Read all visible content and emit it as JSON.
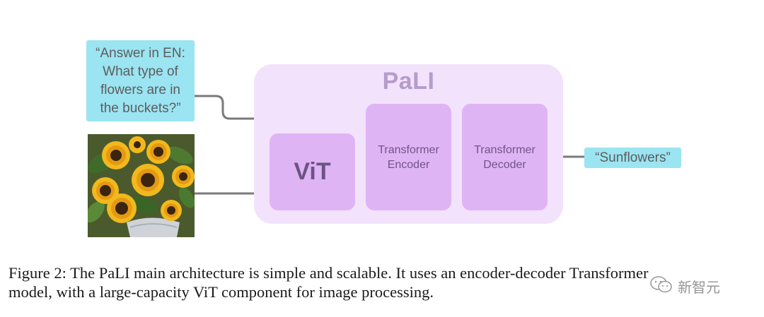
{
  "diagram": {
    "model_title": "PaLI",
    "question_lines": [
      "“Answer in EN:",
      "What type of",
      "flowers are in",
      "the buckets?”"
    ],
    "blocks": {
      "vit": "ViT",
      "encoder_lines": [
        "Transformer",
        "Encoder"
      ],
      "decoder_lines": [
        "Transformer",
        "Decoder"
      ]
    },
    "output": "“Sunflowers”",
    "input_image": "sunflowers-photo"
  },
  "caption": {
    "lines": [
      "Figure 2: The PaLI main architecture is simple and scalable. It uses an encoder-decoder Transformer",
      "model, with a large-capacity ViT component for image processing."
    ]
  },
  "watermark": {
    "text": "新智元",
    "icon": "wechat-icon"
  },
  "colors": {
    "pali_background": "#f3e2fb",
    "block_fill": "#dfb4f5",
    "text_bubble": "#9be4f1",
    "wire": "#7a7a7a"
  }
}
